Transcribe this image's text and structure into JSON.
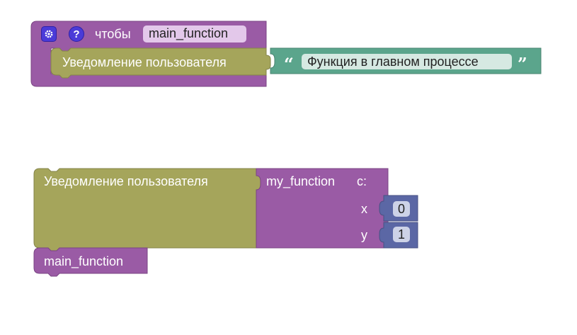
{
  "colors": {
    "procedure": "#9a5ba5",
    "procedure_dark": "#7b4584",
    "notify": "#a5a55b",
    "notify_dark": "#84844a",
    "text": "#5ba58c",
    "text_dark": "#4a8470",
    "math": "#5b67a5",
    "math_dark": "#495284"
  },
  "procedure_def": {
    "label": "чтобы",
    "name": "main_function",
    "gear_icon": "gear-icon",
    "help_icon": "help-icon",
    "help_glyph": "?",
    "statement": {
      "label": "Уведомление пользователя",
      "text_value": "Функция в главном процессе",
      "open_quote": "“",
      "close_quote": "”"
    }
  },
  "notify_block": {
    "label": "Уведомление пользователя",
    "call": {
      "name": "my_function",
      "with_label": "с:",
      "args": [
        {
          "name": "x",
          "value": "0"
        },
        {
          "name": "y",
          "value": "1"
        }
      ]
    }
  },
  "call_block": {
    "name": "main_function"
  }
}
